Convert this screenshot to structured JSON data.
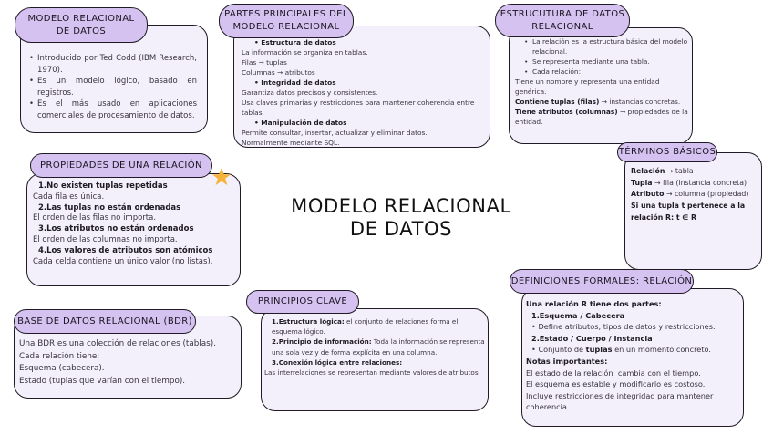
{
  "main_title": {
    "line1": "MODELO RELACIONAL",
    "line2": "DE DATOS"
  },
  "modelo": {
    "title_line1": "MODELO RELACIONAL",
    "title_line2": "DE DATOS",
    "bullets": [
      "Introducido por Ted Codd (IBM Research, 1970).",
      "Es un modelo lógico, basado en registros.",
      "Es el más usado en aplicaciones comerciales de procesamiento de datos."
    ]
  },
  "partes": {
    "title_line1": "PARTES PRINCIPALES DEL",
    "title_line2": "MODELO RELACIONAL",
    "sections": [
      {
        "heading": "Estructura de datos",
        "lines": [
          "La información se organiza en tablas.",
          "Filas → tuplas",
          "Columnas → atributos"
        ]
      },
      {
        "heading": "Integridad de datos",
        "lines": [
          "Garantiza datos precisos y consistentes.",
          "Usa claves primarias y restricciones para mantener coherencia entre tablas."
        ]
      },
      {
        "heading": "Manipulación de datos",
        "lines": [
          "Permite consultar, insertar, actualizar y eliminar datos.",
          "Normalmente mediante SQL."
        ]
      }
    ]
  },
  "estructura": {
    "title_line1": "ESTRUCUTURA DE DATOS",
    "title_line2": "RELACIONAL",
    "bullets": [
      "La relación es la estructura básica del modelo relacional.",
      "Se representa mediante una tabla.",
      "Cada relación:"
    ],
    "lines": [
      {
        "bold": "",
        "text": "Tiene un nombre y representa una entidad genérica."
      },
      {
        "bold": "Contiene tuplas (filas)",
        "text": " → instancias concretas."
      },
      {
        "bold": "Tiene atributos (columnas)",
        "text": " → propiedades de la entidad."
      }
    ]
  },
  "terminos": {
    "title": "TÉRMINOS BÁSICOS",
    "items": [
      {
        "bold": "Relación",
        "text": " → tabla"
      },
      {
        "bold": "Tupla",
        "text": " → fila (instancia concreta)"
      },
      {
        "bold": "Atributo",
        "text": " → columna (propiedad)"
      },
      {
        "bold": "Si una tupla t pertenece a la relación R: t ∈ R",
        "text": ""
      }
    ]
  },
  "propiedades": {
    "title": "PROPIEDADES DE UNA RELACIÓN",
    "star_icon": "star",
    "star_color": "#f6b23a",
    "items": [
      {
        "heading": "1.No existen tuplas repetidas",
        "text": "Cada fila es única."
      },
      {
        "heading": "2.Las tuplas no están ordenadas",
        "text": "El orden de las filas no importa."
      },
      {
        "heading": "3.Los atributos no están ordenados",
        "text": "El orden de las columnas no importa."
      },
      {
        "heading": "4.Los valores de atributos son atómicos",
        "text": "Cada celda contiene un único valor (no listas)."
      }
    ]
  },
  "bdr": {
    "title": "BASE DE DATOS RELACIONAL (BDR)",
    "lines": [
      "Una BDR es una colección de relaciones (tablas).",
      "Cada relación tiene:",
      "Esquema (cabecera).",
      "Estado (tuplas que varían con el tiempo)."
    ]
  },
  "principios": {
    "title": "PRINCIPIOS CLAVE",
    "items": [
      {
        "bold": "1.Estructura lógica:",
        "text": " el conjunto de relaciones forma el esquema lógico."
      },
      {
        "bold": "2.Principio de información:",
        "text": " Toda la información se representa una sola vez y de forma explícita en una columna."
      },
      {
        "bold": "3.Conexión lógica entre relaciones:",
        "text": ""
      }
    ],
    "footer": "Las interrelaciones se representan mediante valores de atributos."
  },
  "definiciones": {
    "title_pre": "DEFINICIONES ",
    "title_under": "FORMALES",
    "title_post": ": RELACIÓN",
    "intro": "Una relación R tiene dos partes:",
    "part1_heading": "1.Esquema / Cabecera",
    "part1_bullet": "Define atributos, tipos de datos y restricciones.",
    "part2_heading": "2.Estado / Cuerpo / Instancia",
    "part2_bullet_pre": "Conjunto de ",
    "part2_bullet_bold": "tuplas",
    "part2_bullet_post": " en un momento concreto.",
    "notes_heading": "Notas importantes:",
    "notes": [
      "El estado de la relación  cambia con el tiempo.",
      "El esquema es estable y modificarlo es costoso.",
      "Incluye restricciones de integridad para mantener coherencia."
    ]
  }
}
